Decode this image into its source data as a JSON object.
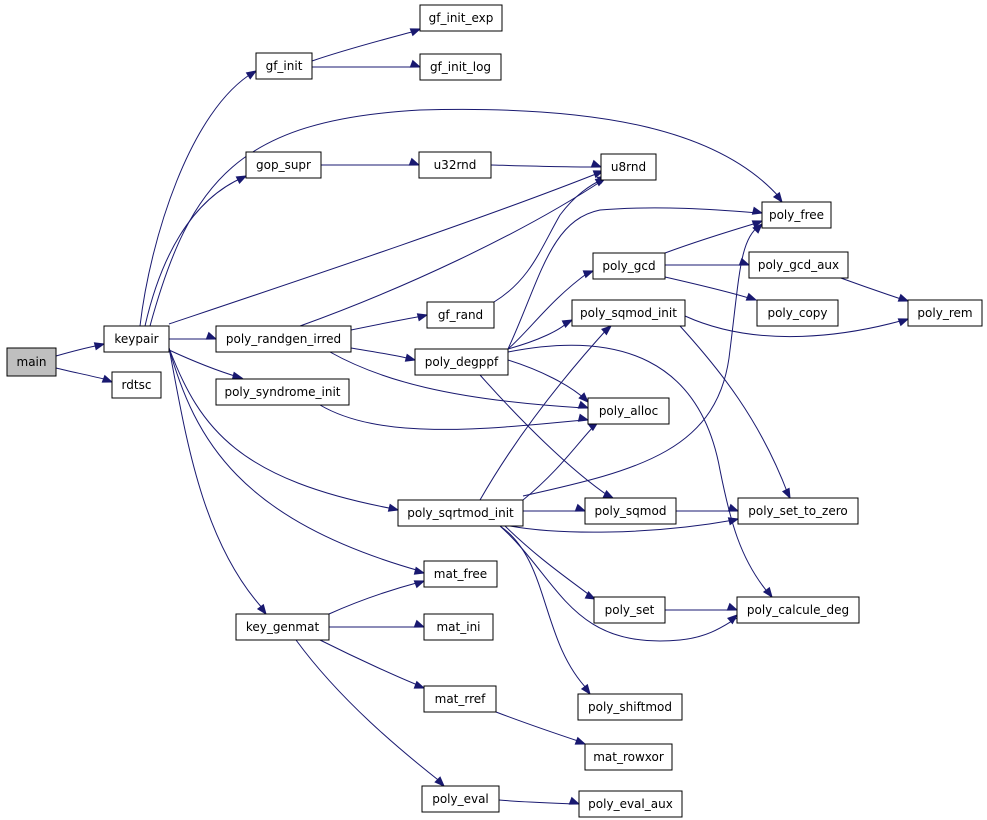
{
  "colors": {
    "edge": "#191970",
    "root_fill": "#bfbfbf",
    "node_fill": "#ffffff",
    "node_border": "#000000"
  },
  "nodes": {
    "main": "main",
    "keypair": "keypair",
    "rdtsc": "rdtsc",
    "gf_init": "gf_init",
    "gf_init_exp": "gf_init_exp",
    "gf_init_log": "gf_init_log",
    "gop_supr": "gop_supr",
    "u32rnd": "u32rnd",
    "u8rnd": "u8rnd",
    "poly_free": "poly_free",
    "poly_gcd": "poly_gcd",
    "poly_gcd_aux": "poly_gcd_aux",
    "poly_copy": "poly_copy",
    "poly_rem": "poly_rem",
    "gf_rand": "gf_rand",
    "poly_sqmod_init": "poly_sqmod_init",
    "poly_randgen_irred": "poly_randgen_irred",
    "poly_degppf": "poly_degppf",
    "poly_syndrome_init": "poly_syndrome_init",
    "poly_alloc": "poly_alloc",
    "poly_sqrtmod_init": "poly_sqrtmod_init",
    "poly_sqmod": "poly_sqmod",
    "poly_set_to_zero": "poly_set_to_zero",
    "mat_free": "mat_free",
    "key_genmat": "key_genmat",
    "mat_ini": "mat_ini",
    "poly_set": "poly_set",
    "poly_calcule_deg": "poly_calcule_deg",
    "mat_rref": "mat_rref",
    "poly_shiftmod": "poly_shiftmod",
    "mat_rowxor": "mat_rowxor",
    "poly_eval": "poly_eval",
    "poly_eval_aux": "poly_eval_aux"
  }
}
